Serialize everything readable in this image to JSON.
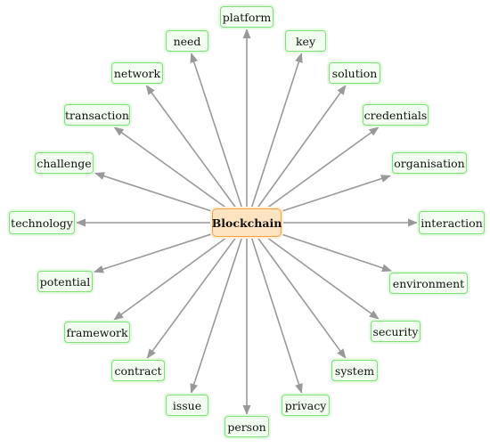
{
  "center": "Blockchain",
  "nodes": [
    "platform",
    "need",
    "key",
    "network",
    "solution",
    "transaction",
    "credentials",
    "challenge",
    "organisation",
    "technology",
    "interaction",
    "potential",
    "environment",
    "framework",
    "security",
    "contract",
    "system",
    "issue",
    "privacy",
    "person"
  ],
  "colors": {
    "node_fill": "#f2fff0",
    "node_border": "#7fe07a",
    "center_fill": "#fde3bf",
    "center_border": "#f0a04a",
    "edge": "#999999"
  }
}
